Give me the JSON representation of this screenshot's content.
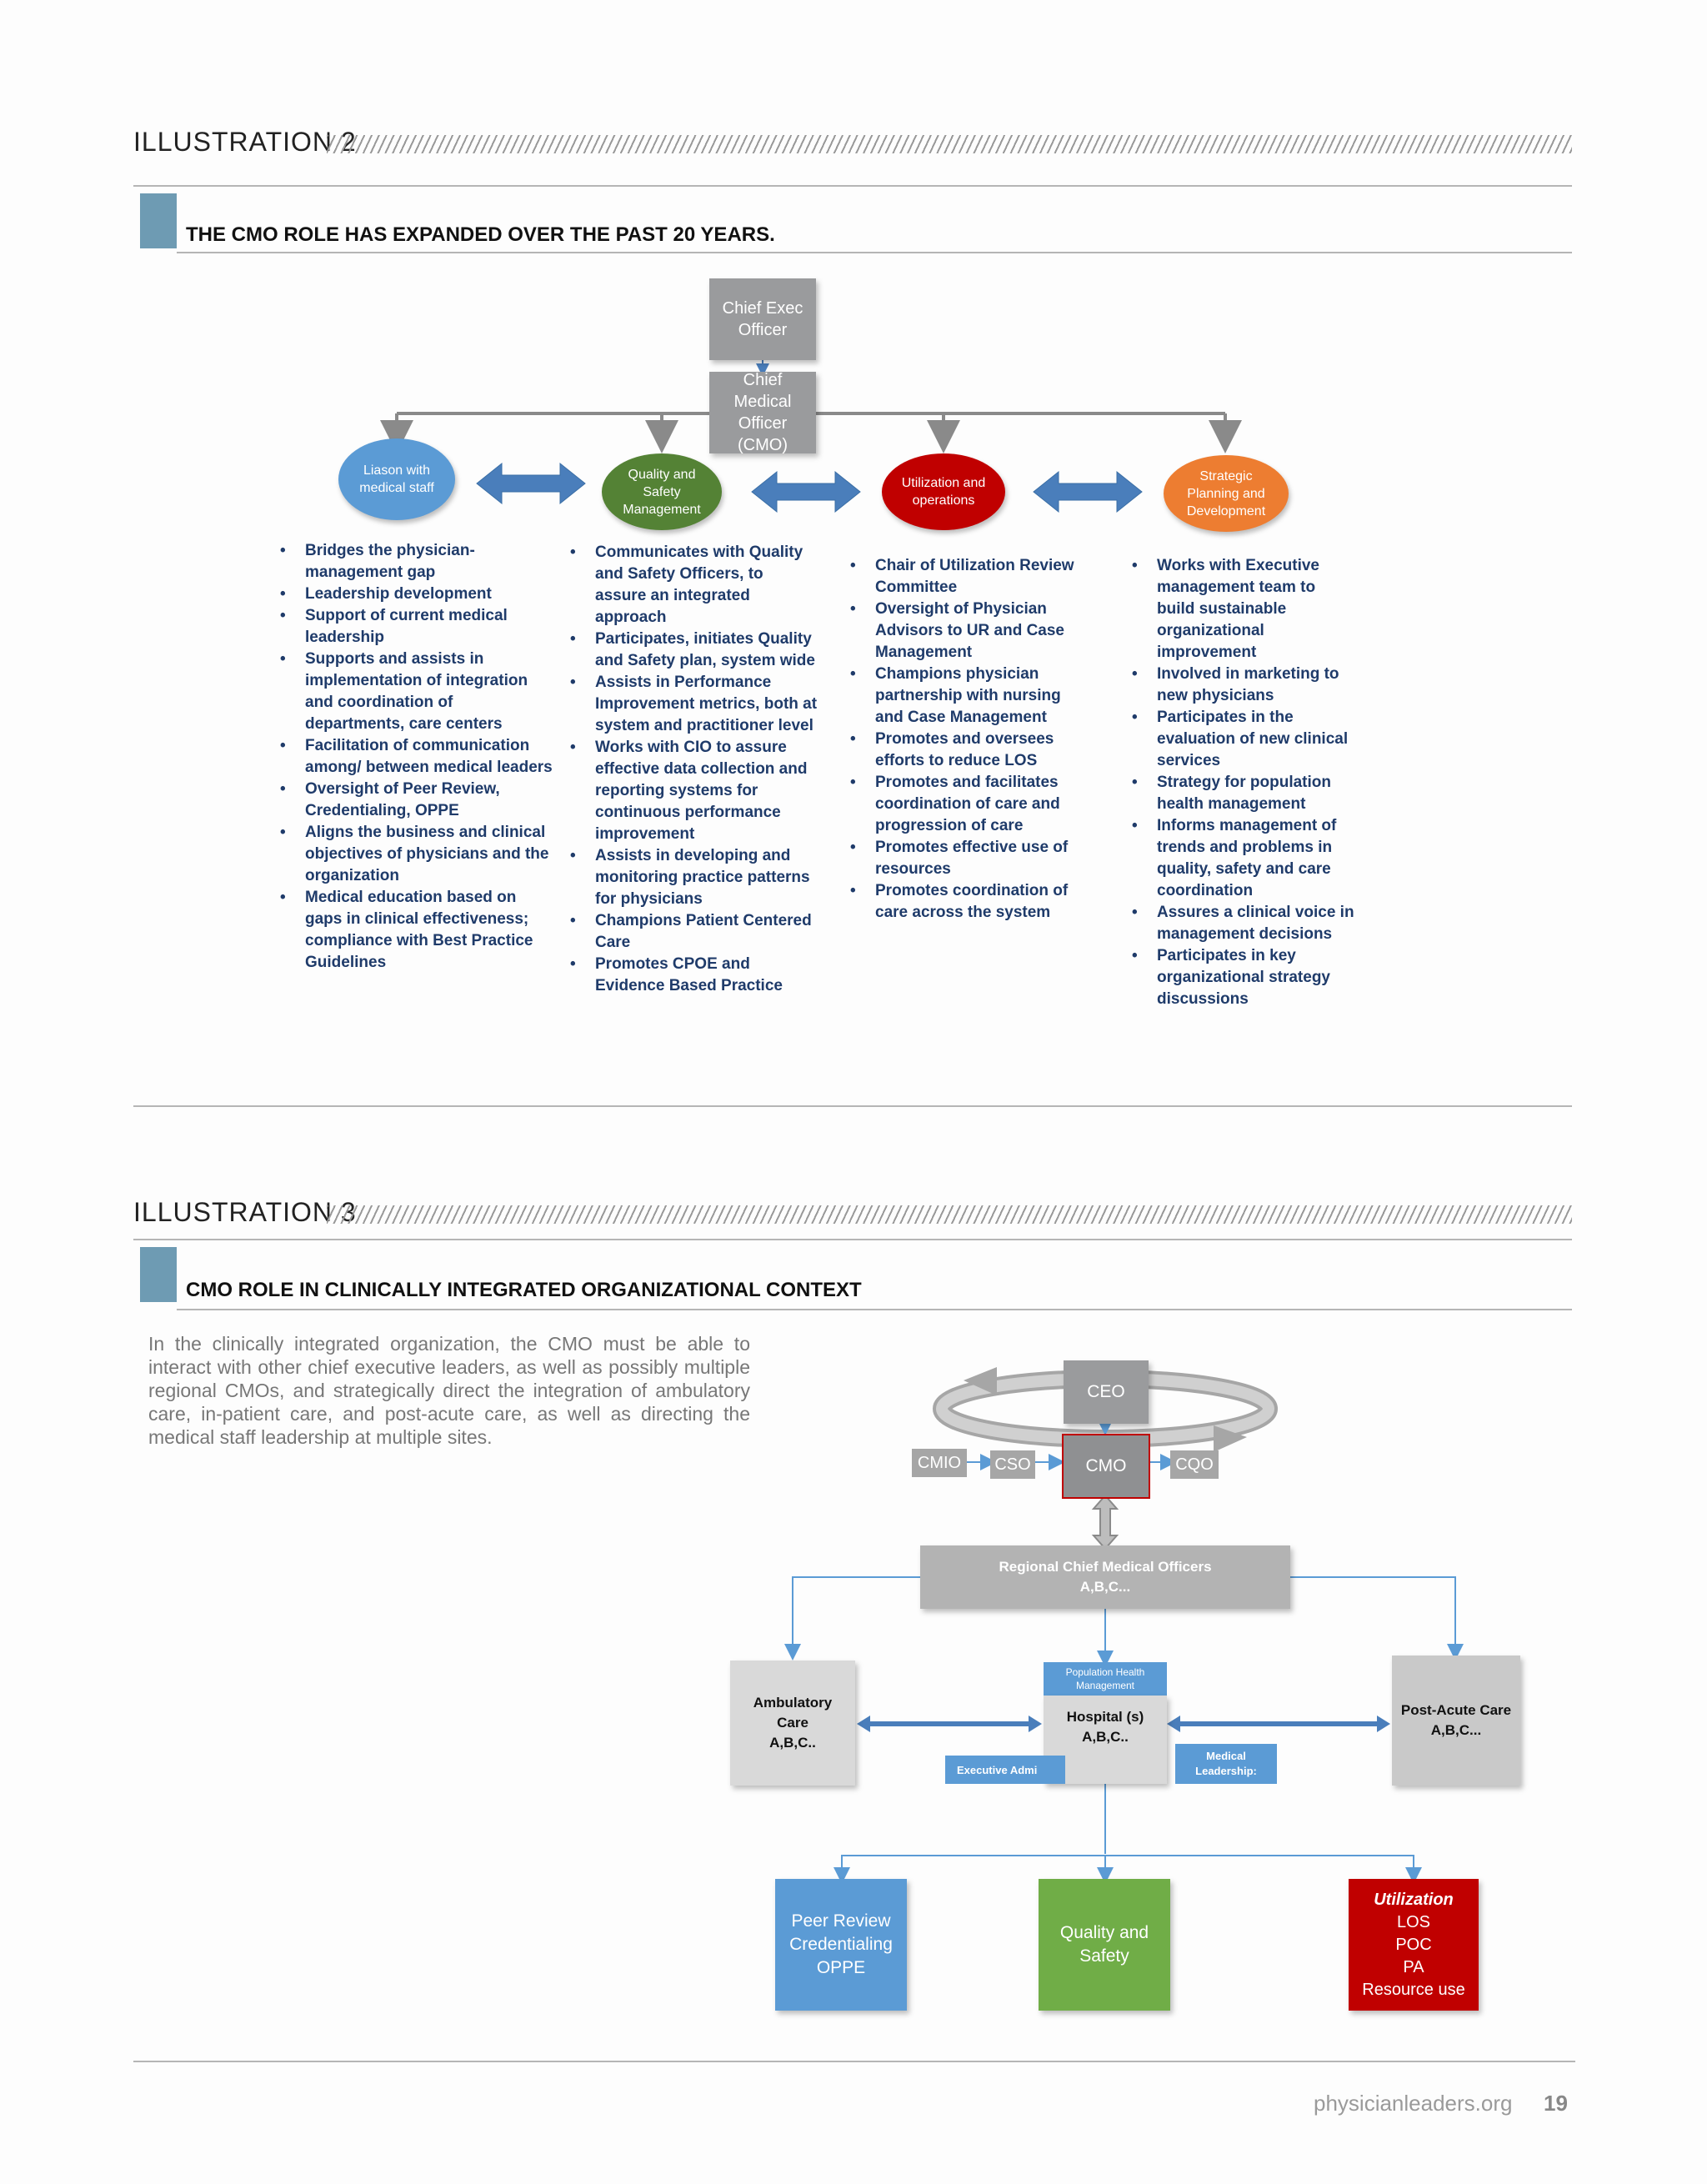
{
  "illustration2": {
    "label": "ILLUSTRATION 2",
    "title": "THE CMO ROLE HAS EXPANDED OVER THE PAST 20 YEARS.",
    "ceo_box": "Chief Exec Officer",
    "cmo_box": "Chief Medical Officer (CMO)",
    "ellipses": [
      {
        "label": "Liason with medical staff",
        "color": "#5b9bd5"
      },
      {
        "label": "Quality and Safety Management",
        "color": "#548235"
      },
      {
        "label": "Utilization and operations",
        "color": "#c00000"
      },
      {
        "label": "Strategic Planning and Development",
        "color": "#ed7d31"
      }
    ],
    "columns": [
      [
        "Bridges the physician-management gap",
        "Leadership development",
        "Support of current medical leadership",
        "Supports and assists in implementation of integration and coordination of departments, care centers",
        "Facilitation of communication among/ between medical leaders",
        "Oversight of Peer Review, Credentialing, OPPE",
        "Aligns the business and clinical objectives of physicians and the organization",
        "Medical education based on gaps in clinical effectiveness; compliance with Best Practice Guidelines"
      ],
      [
        "Communicates with Quality and Safety Officers, to assure an integrated approach",
        "Participates, initiates Quality and Safety plan, system wide",
        "Assists in Performance Improvement metrics, both at system and practitioner level",
        "Works with CIO to assure effective data collection and reporting systems for continuous performance improvement",
        "Assists in developing and monitoring practice patterns for physicians",
        "Champions Patient Centered Care",
        "Promotes CPOE and Evidence Based Practice"
      ],
      [
        "Chair of Utilization Review Committee",
        "Oversight of Physician Advisors to UR and Case Management",
        "Champions physician partnership with nursing and Case Management",
        "Promotes and oversees efforts to reduce LOS",
        "Promotes and facilitates coordination of care and progression of care",
        "Promotes effective use of resources",
        "Promotes coordination of care across the system"
      ],
      [
        "Works with Executive management team to build sustainable organizational improvement",
        "Involved in marketing to new physicians",
        "Participates in the evaluation of new clinical services",
        "Strategy for population health management",
        "Informs management of trends and problems in quality, safety and care coordination",
        "Assures a clinical voice in management decisions",
        "Participates in key organizational strategy discussions"
      ]
    ]
  },
  "illustration3": {
    "label": "ILLUSTRATION 3",
    "title": "CMO ROLE IN CLINICALLY INTEGRATED ORGANIZATIONAL CONTEXT",
    "intro": "In the clinically integrated organization, the CMO must be able to interact with other chief executive leaders, as well as possibly multiple regional CMOs, and strategically direct the integration of ambulatory care, in-patient care, and post-acute care, as well as directing the medical staff leadership at multiple sites.",
    "ceo": "CEO",
    "cmo": "CMO",
    "cmio": "CMIO",
    "cso": "CSO",
    "cqo": "CQO",
    "regional": [
      "Regional Chief Medical Officers",
      "A,B,C..."
    ],
    "ambulatory": [
      "Ambulatory",
      "Care",
      "A,B,C.."
    ],
    "pop_health": [
      "Population Health",
      "Management"
    ],
    "hospital": [
      "Hospital (s)",
      "A,B,C.."
    ],
    "post_acute": [
      "Post-Acute Care",
      "A,B,C..."
    ],
    "exec_admin": "Executive Admi",
    "med_leadership": [
      "Medical",
      "Leadership:"
    ],
    "peer_review": [
      "Peer Review",
      "Credentialing",
      "OPPE"
    ],
    "quality": [
      "Quality and",
      "Safety"
    ],
    "utilization": {
      "title": "Utilization",
      "items": [
        "LOS",
        "POC",
        "PA",
        "Resource use"
      ]
    }
  },
  "footer": {
    "site": "physicianleaders.org",
    "page": "19"
  }
}
